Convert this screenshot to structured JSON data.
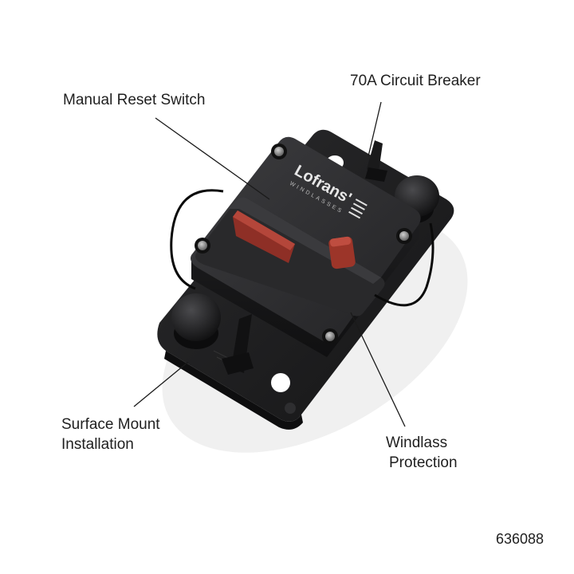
{
  "callouts": {
    "manual_reset": "Manual Reset Switch",
    "circuit_breaker": "70A Circuit Breaker",
    "surface_mount_line1": "Surface Mount",
    "surface_mount_line2": "Installation",
    "windlass_line1": "Windlass",
    "windlass_line2": "Protection"
  },
  "product": {
    "brand": "Lofrans'",
    "brand_sub": "WINDLASSES",
    "code": "636088"
  },
  "colors": {
    "body": "#2a2a2c",
    "plate": "#1c1c1e",
    "reset_lever": "#a6392e",
    "leader_line": "#1a1a1a"
  }
}
